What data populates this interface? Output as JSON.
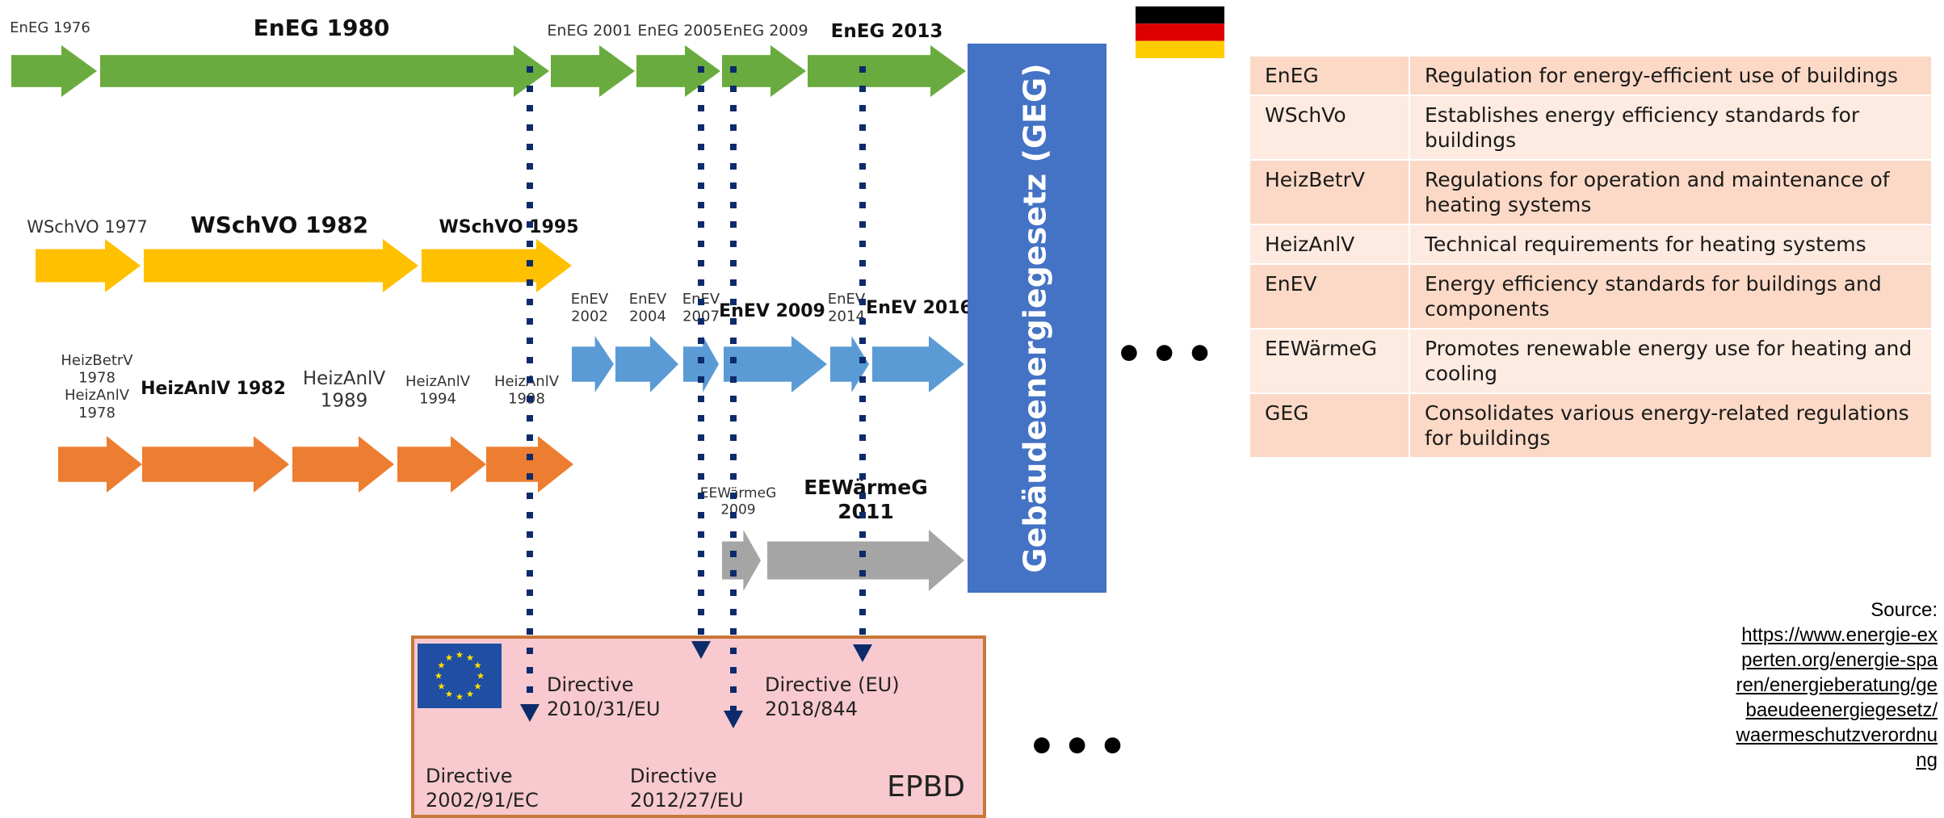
{
  "colors": {
    "eneg": "#6aab3f",
    "wschvo": "#ffc000",
    "heizanlv": "#ed7d31",
    "enev": "#5b9bd5",
    "eewaermeg": "#a5a5a5",
    "geg": "#4472c4",
    "dots": "#0d2b6b",
    "epbd_box": "#f8c9cf",
    "epbd_border": "#c87838"
  },
  "timeline": {
    "eneg": {
      "labels": [
        "EnEG 1976",
        "EnEG 1980",
        "EnEG 2001",
        "EnEG 2005",
        "EnEG 2009",
        "EnEG 2013"
      ]
    },
    "wschvo": {
      "labels": [
        "WSchVO 1977",
        "WSchVO 1982",
        "WSchVO 1995"
      ]
    },
    "enev": {
      "labels": [
        "EnEV 2002",
        "EnEV 2004",
        "EnEV 2007",
        "EnEV 2009",
        "EnEV 2014",
        "EnEV 2016"
      ]
    },
    "heizanlv": {
      "labels": [
        "HeizBetrV 1978 HeizAnlV 1978",
        "HeizAnlV 1982",
        "HeizAnlV 1989",
        "HeizAnlV 1994",
        "HeizAnlV 1998"
      ]
    },
    "eewaermeg": {
      "labels": [
        "EEWärmeG 2009",
        "EEWärmeG 2011"
      ]
    },
    "geg_label": "Gebäudeenergiegesetz (GEG)"
  },
  "eu_box": {
    "directives": [
      "Directive 2010/31/EU",
      "Directive (EU) 2018/844",
      "Directive 2002/91/EC",
      "Directive 2012/27/EU"
    ],
    "epbd_label": "EPBD"
  },
  "ellipsis": "•••",
  "legend": [
    {
      "abbr": "EnEG",
      "desc": "Regulation for energy-efficient use of buildings"
    },
    {
      "abbr": "WSchVo",
      "desc": "Establishes energy efficiency standards for buildings"
    },
    {
      "abbr": "HeizBetrV",
      "desc": "Regulations for operation and maintenance of heating systems"
    },
    {
      "abbr": "HeizAnlV",
      "desc": "Technical requirements for heating systems"
    },
    {
      "abbr": "EnEV",
      "desc": "Energy efficiency standards for buildings and components"
    },
    {
      "abbr": "EEWärmeG",
      "desc": "Promotes renewable energy use for heating and cooling"
    },
    {
      "abbr": "GEG",
      "desc": "Consolidates various energy-related regulations for buildings"
    }
  ],
  "source": {
    "label": "Source:",
    "url": "https://www.energie-experten.org/energie-sparen/energieberatung/gebaeudeenergiegesetz/waermeschutzverordnung"
  }
}
